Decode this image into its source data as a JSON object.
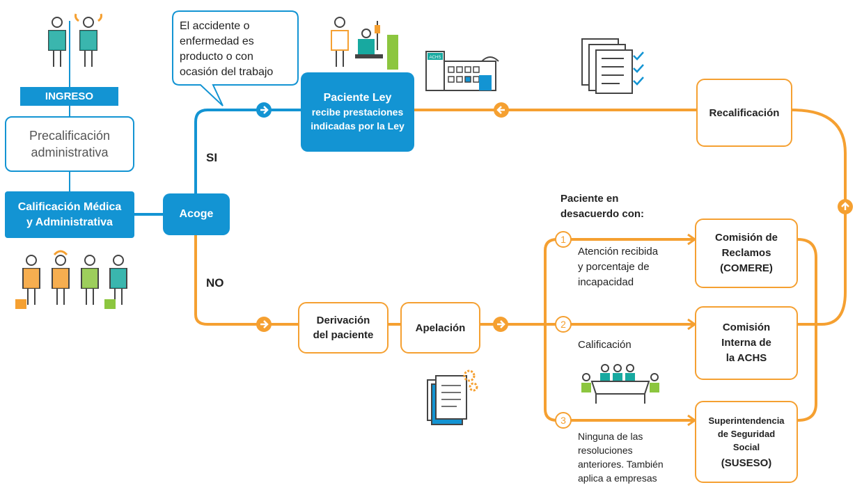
{
  "colors": {
    "blue": "#1394d3",
    "orange": "#f5a031",
    "text": "#222222",
    "grey_text": "#555555"
  },
  "left": {
    "ingreso": "INGRESO",
    "precalificacion": [
      "Precalificación",
      "administrativa"
    ],
    "calificacion": [
      "Calificación Médica",
      "y Administrativa"
    ]
  },
  "acoge": "Acoge",
  "si": "SI",
  "no": "NO",
  "bubble": [
    "El accidente o",
    "enfermedad es",
    "producto o con",
    "ocasión del trabajo"
  ],
  "paciente_ley": [
    "Paciente Ley",
    "recibe prestaciones",
    "indicadas por la Ley"
  ],
  "recalificacion": "Recalificación",
  "derivacion": [
    "Derivación",
    "del paciente"
  ],
  "apelacion": "Apelación",
  "desacuerdo_title": [
    "Paciente en",
    "desacuerdo con:"
  ],
  "options": [
    {
      "num": "1",
      "text": [
        "Atención recibida",
        "y porcentaje de",
        "incapacidad"
      ]
    },
    {
      "num": "2",
      "text": [
        "Calificación"
      ]
    },
    {
      "num": "3",
      "text": [
        "Ninguna de las",
        "resoluciones",
        "anteriores. También",
        "aplica a empresas"
      ]
    }
  ],
  "comere": [
    "Comisión de",
    "Reclamos",
    "(COMERE)"
  ],
  "interna": [
    "Comisión",
    "Interna de",
    "la ACHS"
  ],
  "suseso": [
    "Superintendencia",
    "de Seguridad",
    "Social",
    "(SUSESO)"
  ],
  "building_sign": "ACHS"
}
